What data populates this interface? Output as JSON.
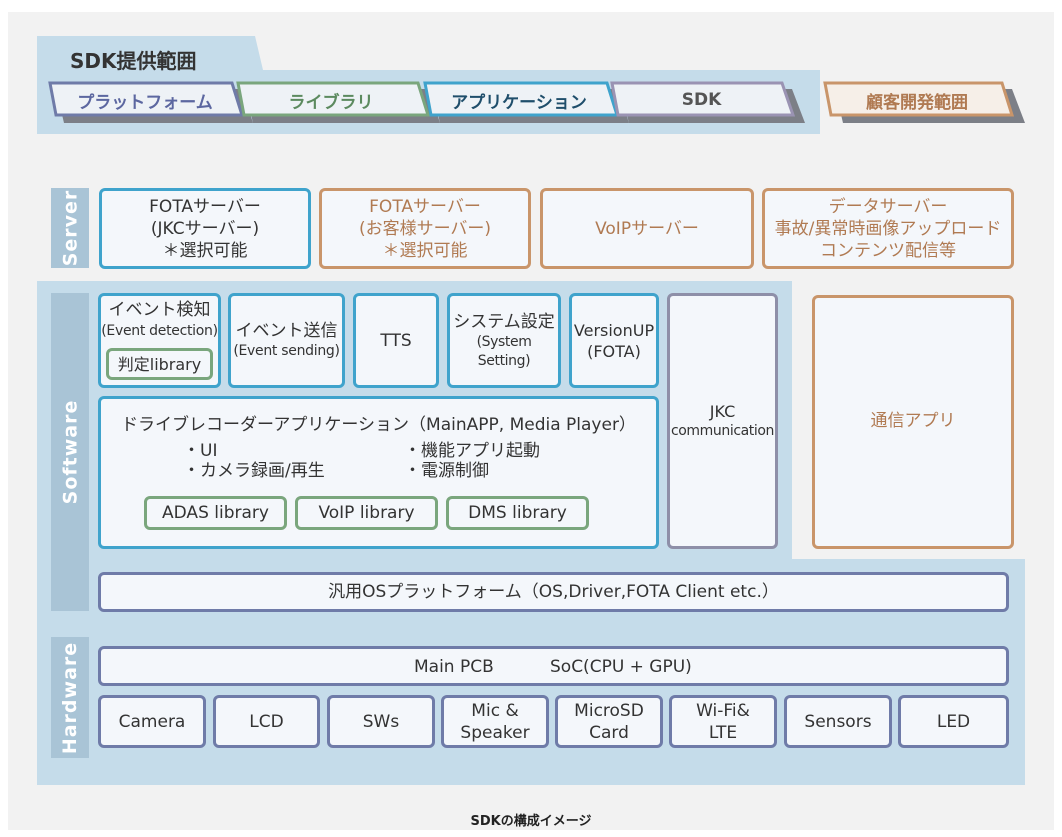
{
  "header": {
    "title": "SDK提供範囲",
    "tabs": [
      {
        "label": "プラットフォーム",
        "border": "#6f7ba8",
        "color": "#5c67a0"
      },
      {
        "label": "ライブラリ",
        "border": "#7aa67d",
        "color": "#5c8a5f"
      },
      {
        "label": "アプリケーション",
        "border": "#3fa3cc",
        "color": "#1f4e6b"
      },
      {
        "label": "SDK",
        "border": "#9a93b3",
        "color": "#555555"
      }
    ],
    "customer_tab": "顧客開発範囲"
  },
  "server": {
    "label": "Server",
    "boxes": [
      {
        "lines": [
          "FOTAサーバー",
          "(JKCサーバー)",
          "＊選択可能"
        ]
      },
      {
        "lines": [
          "FOTAサーバー",
          "(お客様サーバー)",
          "＊選択可能"
        ]
      },
      {
        "lines": [
          "VoIPサーバー"
        ]
      },
      {
        "lines": [
          "データサーバー",
          "事故/異常時画像アップロード",
          "コンテンツ配信等"
        ]
      }
    ]
  },
  "software": {
    "label": "Software",
    "event_detection": {
      "title": "イベント検知",
      "sub": "(Event detection)",
      "library": "判定library"
    },
    "event_sending": {
      "title": "イベント送信",
      "sub": "(Event sending)"
    },
    "tts": {
      "title": "TTS"
    },
    "system_setting": {
      "title": "システム設定",
      "sub": "(System Setting)"
    },
    "version_up": {
      "title": "VersionUP",
      "sub": "(FOTA)"
    },
    "jkc": {
      "title": "JKC",
      "sub": "communication"
    },
    "comm_app": {
      "title": "通信アプリ"
    },
    "main_app": {
      "title": "ドライブレコーダーアプリケーション（MainAPP, Media Player）",
      "bullets_left": [
        "・UI",
        "・カメラ録画/再生"
      ],
      "bullets_right": [
        "・機能アプリ起動",
        "・電源制御"
      ],
      "libraries": [
        "ADAS library",
        "VoIP library",
        "DMS library"
      ]
    },
    "os_platform": "汎用OSプラットフォーム（OS,Driver,FOTA Client etc.）"
  },
  "hardware": {
    "label": "Hardware",
    "main_pcb": "Main PCB",
    "soc": "SoC(CPU + GPU)",
    "parts": [
      {
        "lines": [
          "Camera"
        ]
      },
      {
        "lines": [
          "LCD"
        ]
      },
      {
        "lines": [
          "SWs"
        ]
      },
      {
        "lines": [
          "Mic &",
          "Speaker"
        ]
      },
      {
        "lines": [
          "MicroSD",
          "Card"
        ]
      },
      {
        "lines": [
          "Wi-Fi&",
          "LTE"
        ]
      },
      {
        "lines": [
          "Sensors"
        ]
      },
      {
        "lines": [
          "LED"
        ]
      }
    ]
  },
  "caption": "SDKの構成イメージ"
}
